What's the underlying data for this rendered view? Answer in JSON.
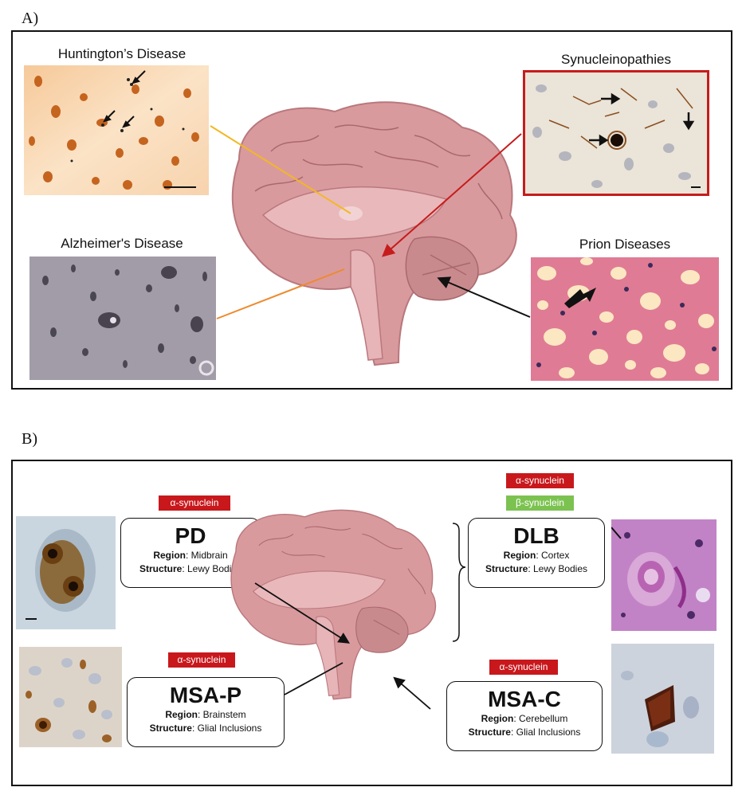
{
  "panel_a": {
    "letter": "A)",
    "huntington": {
      "title": "Huntington’s Disease"
    },
    "alzheimer": {
      "title": "Alzheimer's Disease"
    },
    "synuclein": {
      "title": "Synucleinopathies"
    },
    "prion": {
      "title": "Prion Diseases"
    }
  },
  "panel_b": {
    "letter": "B)",
    "pd": {
      "tags": [
        "α-synuclein"
      ],
      "abbr": "PD",
      "region_label": "Region",
      "region_value": ": Midbrain",
      "structure_label": "Structure",
      "structure_value": ": Lewy Bodies"
    },
    "dlb": {
      "tags": [
        "α-synuclein",
        "β-synuclein"
      ],
      "abbr": "DLB",
      "region_label": "Region",
      "region_value": ": Cortex",
      "structure_label": "Structure",
      "structure_value": ": Lewy Bodies"
    },
    "msap": {
      "tags": [
        "α-synuclein"
      ],
      "abbr": "MSA-P",
      "region_label": "Region",
      "region_value": ": Brainstem",
      "structure_label": "Structure",
      "structure_value": ": Glial Inclusions"
    },
    "msac": {
      "tags": [
        "α-synuclein"
      ],
      "abbr": "MSA-C",
      "region_label": "Region",
      "region_value": ": Cerebellum",
      "structure_label": "Structure",
      "structure_value": ": Glial Inclusions"
    }
  },
  "colors": {
    "alpha_tag": "#c8181c",
    "beta_tag": "#7cc251",
    "huntington_arrow": "#f2b824",
    "alzheimer_arrow": "#ee8a2e",
    "synuclein_arrow": "#c61c1c",
    "prion_arrow": "#111111",
    "brain_pink": "#d99a9e"
  }
}
